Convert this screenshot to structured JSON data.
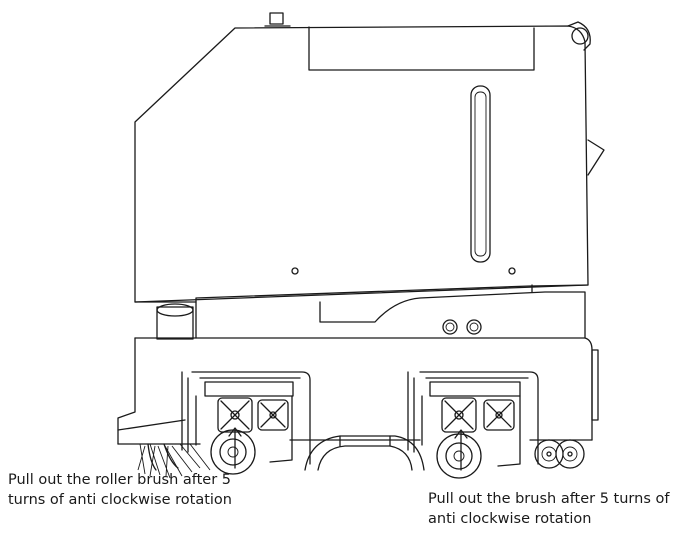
{
  "captions": {
    "left_line1": "Pull out the roller brush after 5",
    "left_line2": "turns of anti clockwise rotation",
    "right_line1": "Pull out the brush after 5 turns of",
    "right_line2": "anti clockwise rotation"
  },
  "colors": {
    "line": "#1a1a1a",
    "background": "#ffffff"
  }
}
